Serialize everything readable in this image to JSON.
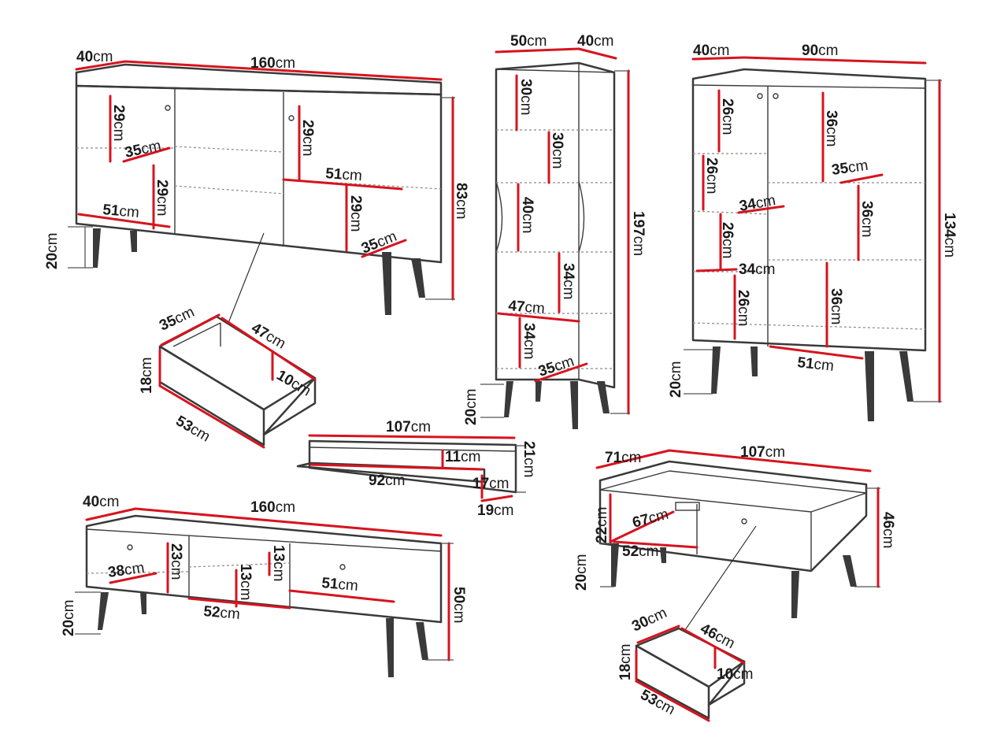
{
  "unit": "cm",
  "sideboard": {
    "depth": "40",
    "width": "160",
    "height": "83",
    "leg": "20",
    "shelf_h1": "29",
    "shelf_h2": "29",
    "shelf_h3": "29",
    "shelf_h4": "29",
    "shelf_d1": "35",
    "shelf_d2": "35",
    "shelf_w1": "51",
    "shelf_w2": "51"
  },
  "sideboard_drawer": {
    "d": "35",
    "w": "47",
    "h": "18",
    "inner_h": "10",
    "len": "53"
  },
  "tall_cabinet": {
    "width": "50",
    "depth": "40",
    "height": "197",
    "leg": "20",
    "h1": "30",
    "h2": "30",
    "h3": "40",
    "h4": "34",
    "h5": "34",
    "w": "47",
    "d": "35"
  },
  "glass_cabinet": {
    "depth": "40",
    "width": "90",
    "height": "134",
    "leg": "20",
    "h1": "26",
    "h2": "26",
    "h3": "26",
    "h4": "26",
    "h5": "36",
    "h6": "36",
    "h7": "36",
    "d1": "35",
    "d2": "34",
    "d3": "34",
    "w": "51"
  },
  "wall_shelf": {
    "width": "107",
    "inner_w": "92",
    "h": "21",
    "h1": "11",
    "h2": "17",
    "d": "19"
  },
  "tv_stand": {
    "depth": "40",
    "width": "160",
    "height": "50",
    "leg": "20",
    "d": "38",
    "h1": "23",
    "h2": "13",
    "h3": "13",
    "w1": "52",
    "w2": "51"
  },
  "coffee_table": {
    "depth": "71",
    "width": "107",
    "height": "46",
    "leg": "20",
    "h": "22",
    "d": "67",
    "w": "52"
  },
  "table_drawer": {
    "d": "30",
    "w": "46",
    "h": "18",
    "inner_h": "10",
    "len": "53"
  }
}
